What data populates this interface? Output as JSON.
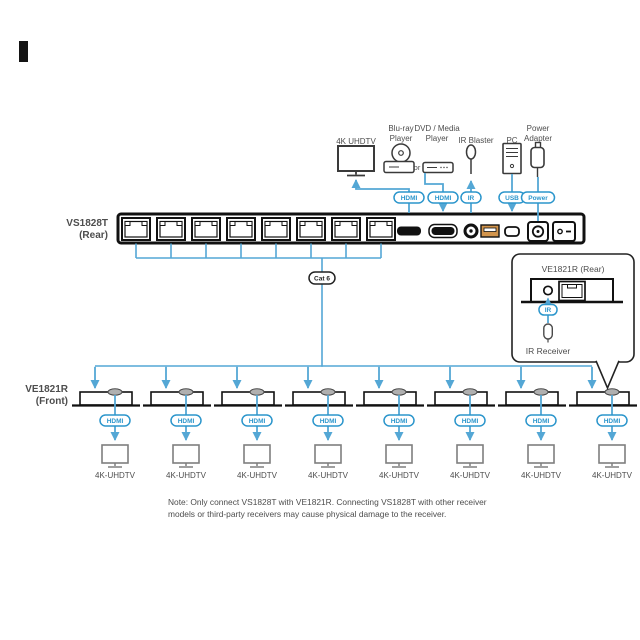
{
  "sources": {
    "tv": {
      "label": "4K UHDTV"
    },
    "bluray": {
      "line1": "Blu-ray",
      "line2": "Player"
    },
    "or": "or",
    "dvd": {
      "line1": "DVD / Media",
      "line2": "Player"
    },
    "ir_blaster": {
      "label": "IR Blaster"
    },
    "pc": {
      "label": "PC"
    },
    "power_adapter": {
      "line1": "Power",
      "line2": "Adapter"
    }
  },
  "badges": {
    "hdmi_out": "HDMI",
    "hdmi_in": "HDMI",
    "ir": "IR",
    "usb": "USB",
    "power": "Power"
  },
  "cat6_badge": "Cat 6",
  "transmitter": {
    "line1": "VS1828T",
    "line2": "(Rear)"
  },
  "receiver_front_label": {
    "line1": "VE1821R",
    "line2": "(Front)"
  },
  "inset": {
    "title": "VE1821R (Rear)",
    "badge_ir": "IR",
    "label": "IR Receiver"
  },
  "receivers": [
    {
      "badge": "HDMI",
      "tv": "4K-UHDTV"
    },
    {
      "badge": "HDMI",
      "tv": "4K-UHDTV"
    },
    {
      "badge": "HDMI",
      "tv": "4K-UHDTV"
    },
    {
      "badge": "HDMI",
      "tv": "4K-UHDTV"
    },
    {
      "badge": "HDMI",
      "tv": "4K-UHDTV"
    },
    {
      "badge": "HDMI",
      "tv": "4K-UHDTV"
    },
    {
      "badge": "HDMI",
      "tv": "4K-UHDTV"
    },
    {
      "badge": "HDMI",
      "tv": "4K-UHDTV"
    }
  ],
  "note": {
    "line1": "Note: Only connect VS1828T with VE1821R. Connecting VS1828T with other receiver",
    "line2": "models or third-party receivers may cause physical damage to the receiver."
  },
  "colors": {
    "line_blue": "#54A7D5",
    "badge_blue": "#2C96CC",
    "outline_dark": "#1A1A1A",
    "text_grey": "#4D4D4D",
    "usb_orange": "#D2944B",
    "connector_grey": "#B0B0B0",
    "monitor_grey": "#7F7F7F"
  }
}
